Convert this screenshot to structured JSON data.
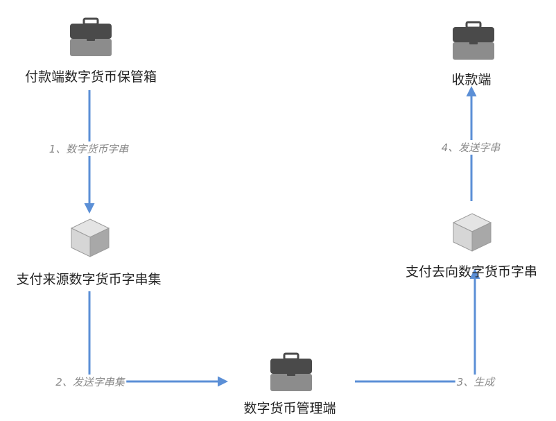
{
  "nodes": {
    "payer_box": {
      "label": "付款端数字货币保管箱",
      "icon": "briefcase-icon"
    },
    "source_set": {
      "label": "支付来源数字货币字串集",
      "icon": "cube-icon"
    },
    "manager": {
      "label": "数字货币管理端",
      "icon": "briefcase-icon"
    },
    "target_string": {
      "label": "支付去向数字货币字串",
      "icon": "cube-icon"
    },
    "payee": {
      "label": "收款端",
      "icon": "briefcase-icon"
    }
  },
  "edges": {
    "e1": {
      "label": "1、数字货币字串"
    },
    "e2": {
      "label": "2、发送字串集"
    },
    "e3": {
      "label": "3、生成"
    },
    "e4": {
      "label": "4、发送字串"
    }
  },
  "colors": {
    "arrow": "#5b8fd6",
    "briefcase_top": "#4a4a4a",
    "briefcase_bottom": "#8c8c8c",
    "cube": "#c8c8c8"
  }
}
